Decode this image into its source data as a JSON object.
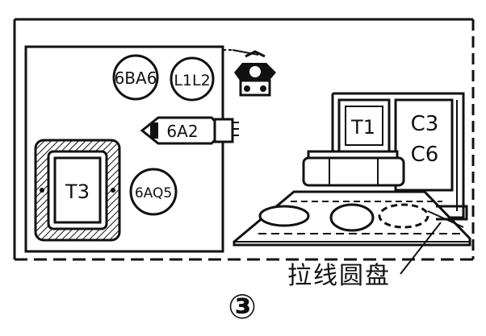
{
  "labels": {
    "tube_6ba6": "6BA6",
    "coil_l1l2": "L1L2",
    "tube_6a2": "6A2",
    "tube_6aq5": "6AQ5",
    "transformer_t3": "T3",
    "transformer_t1": "T1",
    "capacitor_c3": "C3",
    "capacitor_c6": "C6",
    "callout_text": "拉线圆盘",
    "figure_number": "③"
  },
  "colors": {
    "ink": "#111111",
    "paper": "#ffffff"
  }
}
